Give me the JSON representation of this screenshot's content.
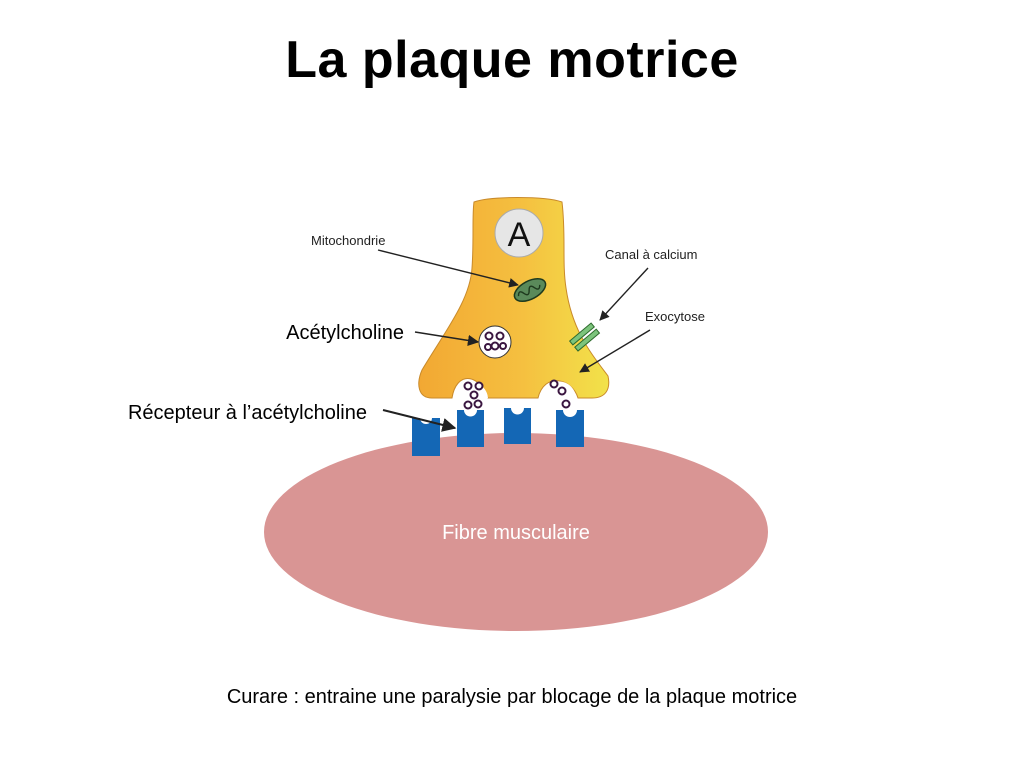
{
  "slide": {
    "title": "La plaque motrice",
    "caption": "Curare : entraine une paralysie par blocage de la plaque motrice"
  },
  "diagram": {
    "neuron_letter": "A",
    "labels": {
      "mitochondrie": "Mitochondrie",
      "canal_calcium": "Canal à calcium",
      "exocytose": "Exocytose",
      "acetylcholine": "Acétylcholine",
      "recepteur": "Récepteur à l’acétylcholine",
      "fibre": "Fibre musculaire"
    },
    "colors": {
      "neuron_fill": "#F5B83A",
      "muscle_fiber": "#D99594",
      "receptor": "#1467B5",
      "calcium_channel": "#7CC47C"
    }
  }
}
